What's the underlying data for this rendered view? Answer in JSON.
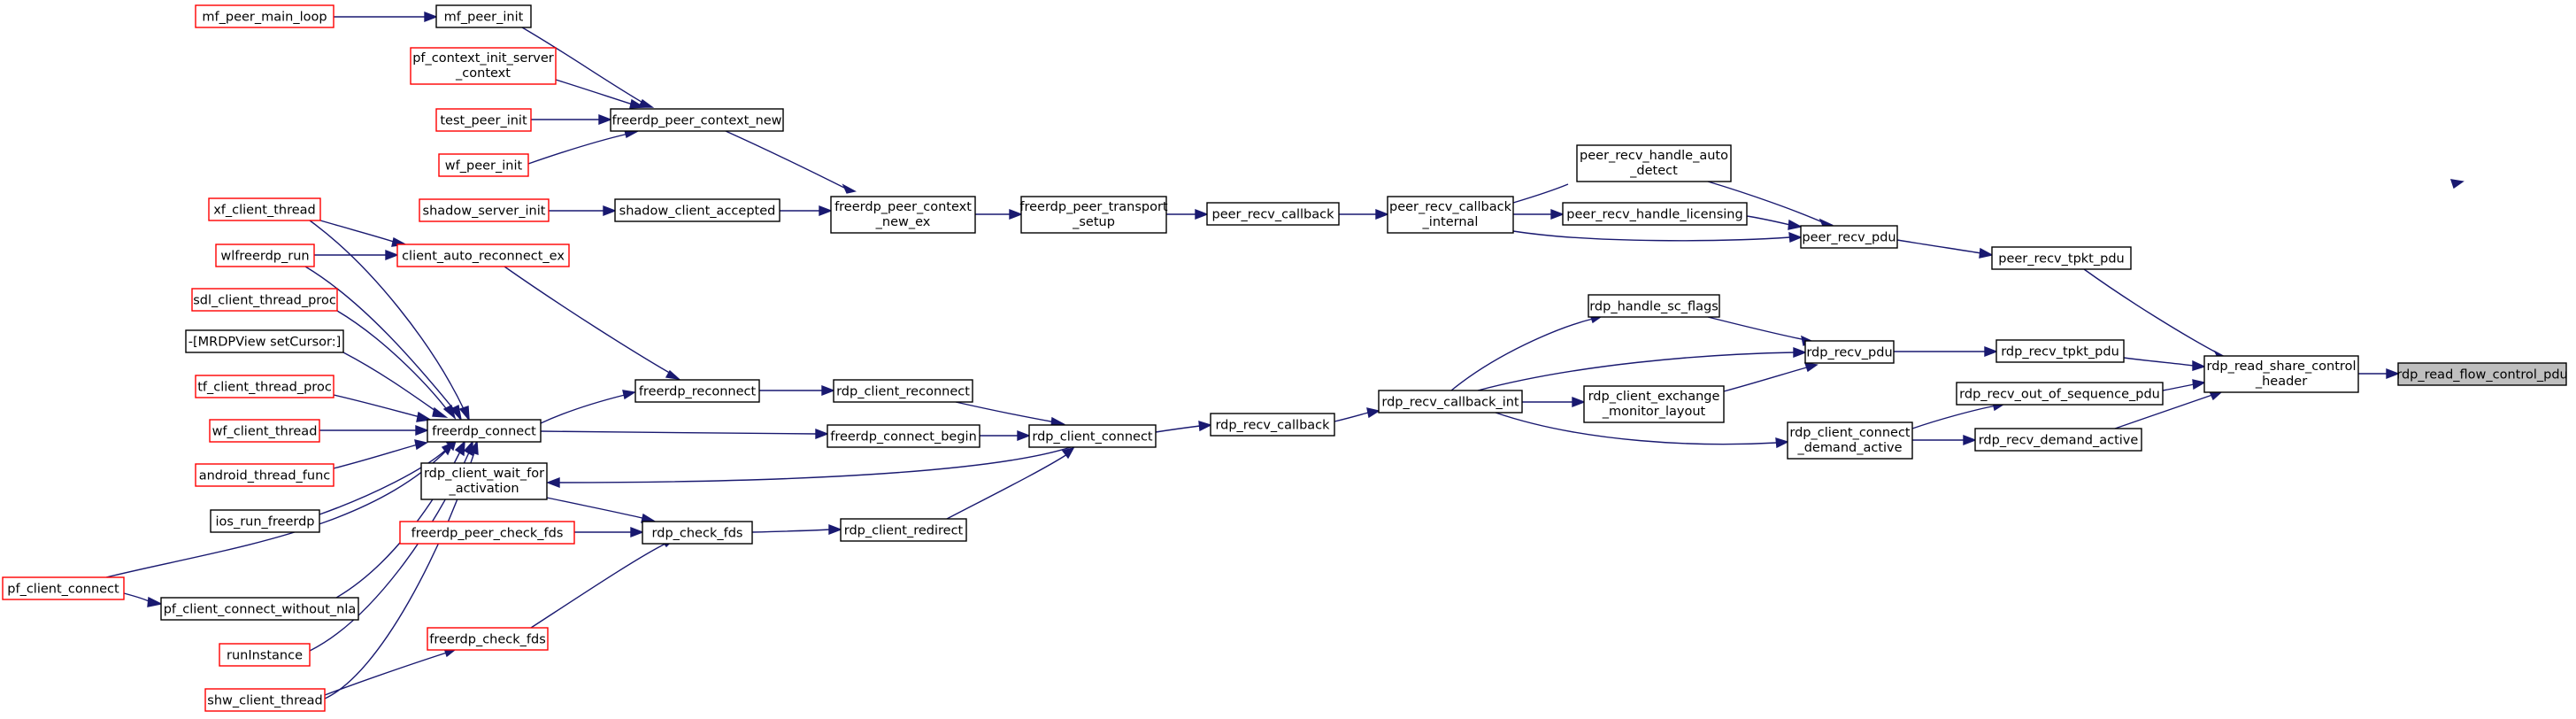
{
  "graph": {
    "colors": {
      "edge": "#191970",
      "red_border": "#ff0000",
      "black_border": "#000000",
      "root_fill": "#bfbfbf"
    },
    "nodes": [
      {
        "id": "rdp_read_flow_control_pdu",
        "lines": [
          "rdp_read_flow_control_pdu"
        ],
        "kind": "root"
      },
      {
        "id": "rdp_read_share_control_header",
        "lines": [
          "rdp_read_share_control",
          "_header"
        ],
        "kind": "black"
      },
      {
        "id": "peer_recv_tpkt_pdu",
        "lines": [
          "peer_recv_tpkt_pdu"
        ],
        "kind": "black"
      },
      {
        "id": "rdp_recv_tpkt_pdu",
        "lines": [
          "rdp_recv_tpkt_pdu"
        ],
        "kind": "black"
      },
      {
        "id": "rdp_recv_out_of_sequence_pdu",
        "lines": [
          "rdp_recv_out_of_sequence_pdu"
        ],
        "kind": "black"
      },
      {
        "id": "rdp_recv_demand_active",
        "lines": [
          "rdp_recv_demand_active"
        ],
        "kind": "black"
      },
      {
        "id": "peer_recv_pdu",
        "lines": [
          "peer_recv_pdu"
        ],
        "kind": "black"
      },
      {
        "id": "rdp_recv_pdu",
        "lines": [
          "rdp_recv_pdu"
        ],
        "kind": "black"
      },
      {
        "id": "rdp_client_connect_demand_active",
        "lines": [
          "rdp_client_connect",
          "_demand_active"
        ],
        "kind": "black"
      },
      {
        "id": "peer_recv_handle_auto_detect",
        "lines": [
          "peer_recv_handle_auto",
          "_detect"
        ],
        "kind": "black"
      },
      {
        "id": "peer_recv_handle_licensing",
        "lines": [
          "peer_recv_handle_licensing"
        ],
        "kind": "black"
      },
      {
        "id": "peer_recv_callback_internal",
        "lines": [
          "peer_recv_callback",
          "_internal"
        ],
        "kind": "black"
      },
      {
        "id": "rdp_handle_sc_flags",
        "lines": [
          "rdp_handle_sc_flags"
        ],
        "kind": "black"
      },
      {
        "id": "rdp_client_exchange_monitor_layout",
        "lines": [
          "rdp_client_exchange",
          "_monitor_layout"
        ],
        "kind": "black"
      },
      {
        "id": "rdp_recv_callback_int",
        "lines": [
          "rdp_recv_callback_int"
        ],
        "kind": "black"
      },
      {
        "id": "peer_recv_callback",
        "lines": [
          "peer_recv_callback"
        ],
        "kind": "black"
      },
      {
        "id": "rdp_recv_callback",
        "lines": [
          "rdp_recv_callback"
        ],
        "kind": "black"
      },
      {
        "id": "freerdp_peer_transport_setup",
        "lines": [
          "freerdp_peer_transport",
          "_setup"
        ],
        "kind": "black"
      },
      {
        "id": "rdp_client_connect",
        "lines": [
          "rdp_client_connect"
        ],
        "kind": "black"
      },
      {
        "id": "freerdp_peer_context_new_ex",
        "lines": [
          "freerdp_peer_context",
          "_new_ex"
        ],
        "kind": "black"
      },
      {
        "id": "rdp_client_reconnect",
        "lines": [
          "rdp_client_reconnect"
        ],
        "kind": "black"
      },
      {
        "id": "freerdp_connect_begin",
        "lines": [
          "freerdp_connect_begin"
        ],
        "kind": "black"
      },
      {
        "id": "rdp_client_redirect",
        "lines": [
          "rdp_client_redirect"
        ],
        "kind": "black"
      },
      {
        "id": "freerdp_peer_context_new",
        "lines": [
          "freerdp_peer_context_new"
        ],
        "kind": "black"
      },
      {
        "id": "shadow_client_accepted",
        "lines": [
          "shadow_client_accepted"
        ],
        "kind": "black"
      },
      {
        "id": "freerdp_reconnect",
        "lines": [
          "freerdp_reconnect"
        ],
        "kind": "black"
      },
      {
        "id": "freerdp_connect",
        "lines": [
          "freerdp_connect"
        ],
        "kind": "black"
      },
      {
        "id": "rdp_check_fds",
        "lines": [
          "rdp_check_fds"
        ],
        "kind": "black"
      },
      {
        "id": "mf_peer_init",
        "lines": [
          "mf_peer_init"
        ],
        "kind": "black"
      },
      {
        "id": "client_auto_reconnect_ex",
        "lines": [
          "client_auto_reconnect_ex"
        ],
        "kind": "red"
      },
      {
        "id": "rdp_client_wait_for_activation",
        "lines": [
          "rdp_client_wait_for",
          "_activation"
        ],
        "kind": "black"
      },
      {
        "id": "freerdp_check_fds",
        "lines": [
          "freerdp_check_fds"
        ],
        "kind": "red"
      },
      {
        "id": "pf_client_connect_without_nla",
        "lines": [
          "pf_client_connect_without_nla"
        ],
        "kind": "black"
      },
      {
        "id": "mf_peer_main_loop",
        "lines": [
          "mf_peer_main_loop"
        ],
        "kind": "red"
      },
      {
        "id": "pf_context_init_server_context",
        "lines": [
          "pf_context_init_server",
          "_context"
        ],
        "kind": "red"
      },
      {
        "id": "test_peer_init",
        "lines": [
          "test_peer_init"
        ],
        "kind": "red"
      },
      {
        "id": "wf_peer_init",
        "lines": [
          "wf_peer_init"
        ],
        "kind": "red"
      },
      {
        "id": "shadow_server_init",
        "lines": [
          "shadow_server_init"
        ],
        "kind": "red"
      },
      {
        "id": "xf_client_thread",
        "lines": [
          "xf_client_thread"
        ],
        "kind": "red"
      },
      {
        "id": "wlfreerdp_run",
        "lines": [
          "wlfreerdp_run"
        ],
        "kind": "red"
      },
      {
        "id": "sdl_client_thread_proc",
        "lines": [
          "sdl_client_thread_proc"
        ],
        "kind": "red"
      },
      {
        "id": "mrdpview_setcursor",
        "lines": [
          "-[MRDPView setCursor:]"
        ],
        "kind": "black"
      },
      {
        "id": "tf_client_thread_proc",
        "lines": [
          "tf_client_thread_proc"
        ],
        "kind": "red"
      },
      {
        "id": "wf_client_thread",
        "lines": [
          "wf_client_thread"
        ],
        "kind": "red"
      },
      {
        "id": "android_thread_func",
        "lines": [
          "android_thread_func"
        ],
        "kind": "red"
      },
      {
        "id": "ios_run_freerdp",
        "lines": [
          "ios_run_freerdp"
        ],
        "kind": "black"
      },
      {
        "id": "freerdp_peer_check_fds",
        "lines": [
          "freerdp_peer_check_fds"
        ],
        "kind": "red"
      },
      {
        "id": "pf_client_connect",
        "lines": [
          "pf_client_connect"
        ],
        "kind": "red"
      },
      {
        "id": "runInstance",
        "lines": [
          "runInstance"
        ],
        "kind": "red"
      },
      {
        "id": "shw_client_thread",
        "lines": [
          "shw_client_thread"
        ],
        "kind": "red"
      }
    ],
    "edges": [
      {
        "from": "rdp_read_share_control_header",
        "to": "rdp_read_flow_control_pdu"
      },
      {
        "from": "peer_recv_tpkt_pdu",
        "to": "rdp_read_share_control_header"
      },
      {
        "from": "rdp_recv_tpkt_pdu",
        "to": "rdp_read_share_control_header"
      },
      {
        "from": "rdp_recv_out_of_sequence_pdu",
        "to": "rdp_read_share_control_header"
      },
      {
        "from": "rdp_recv_demand_active",
        "to": "rdp_read_share_control_header"
      },
      {
        "from": "peer_recv_pdu",
        "to": "peer_recv_tpkt_pdu"
      },
      {
        "from": "rdp_recv_pdu",
        "to": "rdp_recv_tpkt_pdu"
      },
      {
        "from": "rdp_client_connect_demand_active",
        "to": "rdp_recv_out_of_sequence_pdu"
      },
      {
        "from": "rdp_client_connect_demand_active",
        "to": "rdp_recv_demand_active"
      },
      {
        "from": "peer_recv_handle_auto_detect",
        "to": "peer_recv_pdu"
      },
      {
        "from": "peer_recv_handle_licensing",
        "to": "peer_recv_pdu"
      },
      {
        "from": "peer_recv_callback_internal",
        "to": "peer_recv_pdu"
      },
      {
        "from": "rdp_handle_sc_flags",
        "to": "rdp_recv_pdu"
      },
      {
        "from": "rdp_client_exchange_monitor_layout",
        "to": "rdp_recv_pdu"
      },
      {
        "from": "rdp_recv_callback_int",
        "to": "rdp_recv_pdu"
      },
      {
        "from": "rdp_recv_callback_int",
        "to": "rdp_client_connect_demand_active"
      },
      {
        "from": "peer_recv_callback_internal",
        "to": "peer_recv_handle_auto_detect"
      },
      {
        "from": "peer_recv_callback_internal",
        "to": "peer_recv_handle_licensing"
      },
      {
        "from": "peer_recv_callback",
        "to": "peer_recv_callback_internal"
      },
      {
        "from": "rdp_recv_callback_int",
        "to": "rdp_handle_sc_flags"
      },
      {
        "from": "rdp_recv_callback_int",
        "to": "rdp_client_exchange_monitor_layout"
      },
      {
        "from": "rdp_recv_callback",
        "to": "rdp_recv_callback_int"
      },
      {
        "from": "freerdp_peer_transport_setup",
        "to": "peer_recv_callback"
      },
      {
        "from": "rdp_client_connect",
        "to": "rdp_recv_callback"
      },
      {
        "from": "freerdp_peer_context_new_ex",
        "to": "freerdp_peer_transport_setup"
      },
      {
        "from": "rdp_client_reconnect",
        "to": "rdp_client_connect"
      },
      {
        "from": "freerdp_connect_begin",
        "to": "rdp_client_connect"
      },
      {
        "from": "rdp_client_redirect",
        "to": "rdp_client_connect"
      },
      {
        "from": "freerdp_peer_context_new",
        "to": "freerdp_peer_context_new_ex"
      },
      {
        "from": "shadow_client_accepted",
        "to": "freerdp_peer_context_new_ex"
      },
      {
        "from": "freerdp_reconnect",
        "to": "rdp_client_reconnect"
      },
      {
        "from": "freerdp_connect",
        "to": "freerdp_connect_begin"
      },
      {
        "from": "rdp_check_fds",
        "to": "rdp_client_redirect"
      },
      {
        "from": "rdp_client_connect",
        "to": "rdp_client_wait_for_activation"
      },
      {
        "from": "rdp_client_wait_for_activation",
        "to": "rdp_check_fds"
      },
      {
        "from": "mf_peer_init",
        "to": "freerdp_peer_context_new"
      },
      {
        "from": "pf_context_init_server_context",
        "to": "freerdp_peer_context_new"
      },
      {
        "from": "test_peer_init",
        "to": "freerdp_peer_context_new"
      },
      {
        "from": "wf_peer_init",
        "to": "freerdp_peer_context_new"
      },
      {
        "from": "shadow_server_init",
        "to": "shadow_client_accepted"
      },
      {
        "from": "client_auto_reconnect_ex",
        "to": "freerdp_reconnect"
      },
      {
        "from": "freerdp_connect",
        "to": "freerdp_reconnect"
      },
      {
        "from": "freerdp_peer_check_fds",
        "to": "rdp_check_fds"
      },
      {
        "from": "freerdp_check_fds",
        "to": "rdp_check_fds"
      },
      {
        "from": "mf_peer_main_loop",
        "to": "mf_peer_init"
      },
      {
        "from": "xf_client_thread",
        "to": "client_auto_reconnect_ex"
      },
      {
        "from": "wlfreerdp_run",
        "to": "client_auto_reconnect_ex"
      },
      {
        "from": "xf_client_thread",
        "to": "freerdp_connect"
      },
      {
        "from": "wlfreerdp_run",
        "to": "freerdp_connect"
      },
      {
        "from": "sdl_client_thread_proc",
        "to": "freerdp_connect"
      },
      {
        "from": "mrdpview_setcursor",
        "to": "freerdp_connect"
      },
      {
        "from": "tf_client_thread_proc",
        "to": "freerdp_connect"
      },
      {
        "from": "wf_client_thread",
        "to": "freerdp_connect"
      },
      {
        "from": "android_thread_func",
        "to": "freerdp_connect"
      },
      {
        "from": "ios_run_freerdp",
        "to": "freerdp_connect"
      },
      {
        "from": "pf_client_connect",
        "to": "freerdp_connect"
      },
      {
        "from": "pf_client_connect_without_nla",
        "to": "freerdp_connect"
      },
      {
        "from": "runInstance",
        "to": "freerdp_connect"
      },
      {
        "from": "shw_client_thread",
        "to": "freerdp_connect"
      },
      {
        "from": "pf_client_connect",
        "to": "pf_client_connect_without_nla"
      },
      {
        "from": "shw_client_thread",
        "to": "freerdp_check_fds"
      }
    ]
  }
}
